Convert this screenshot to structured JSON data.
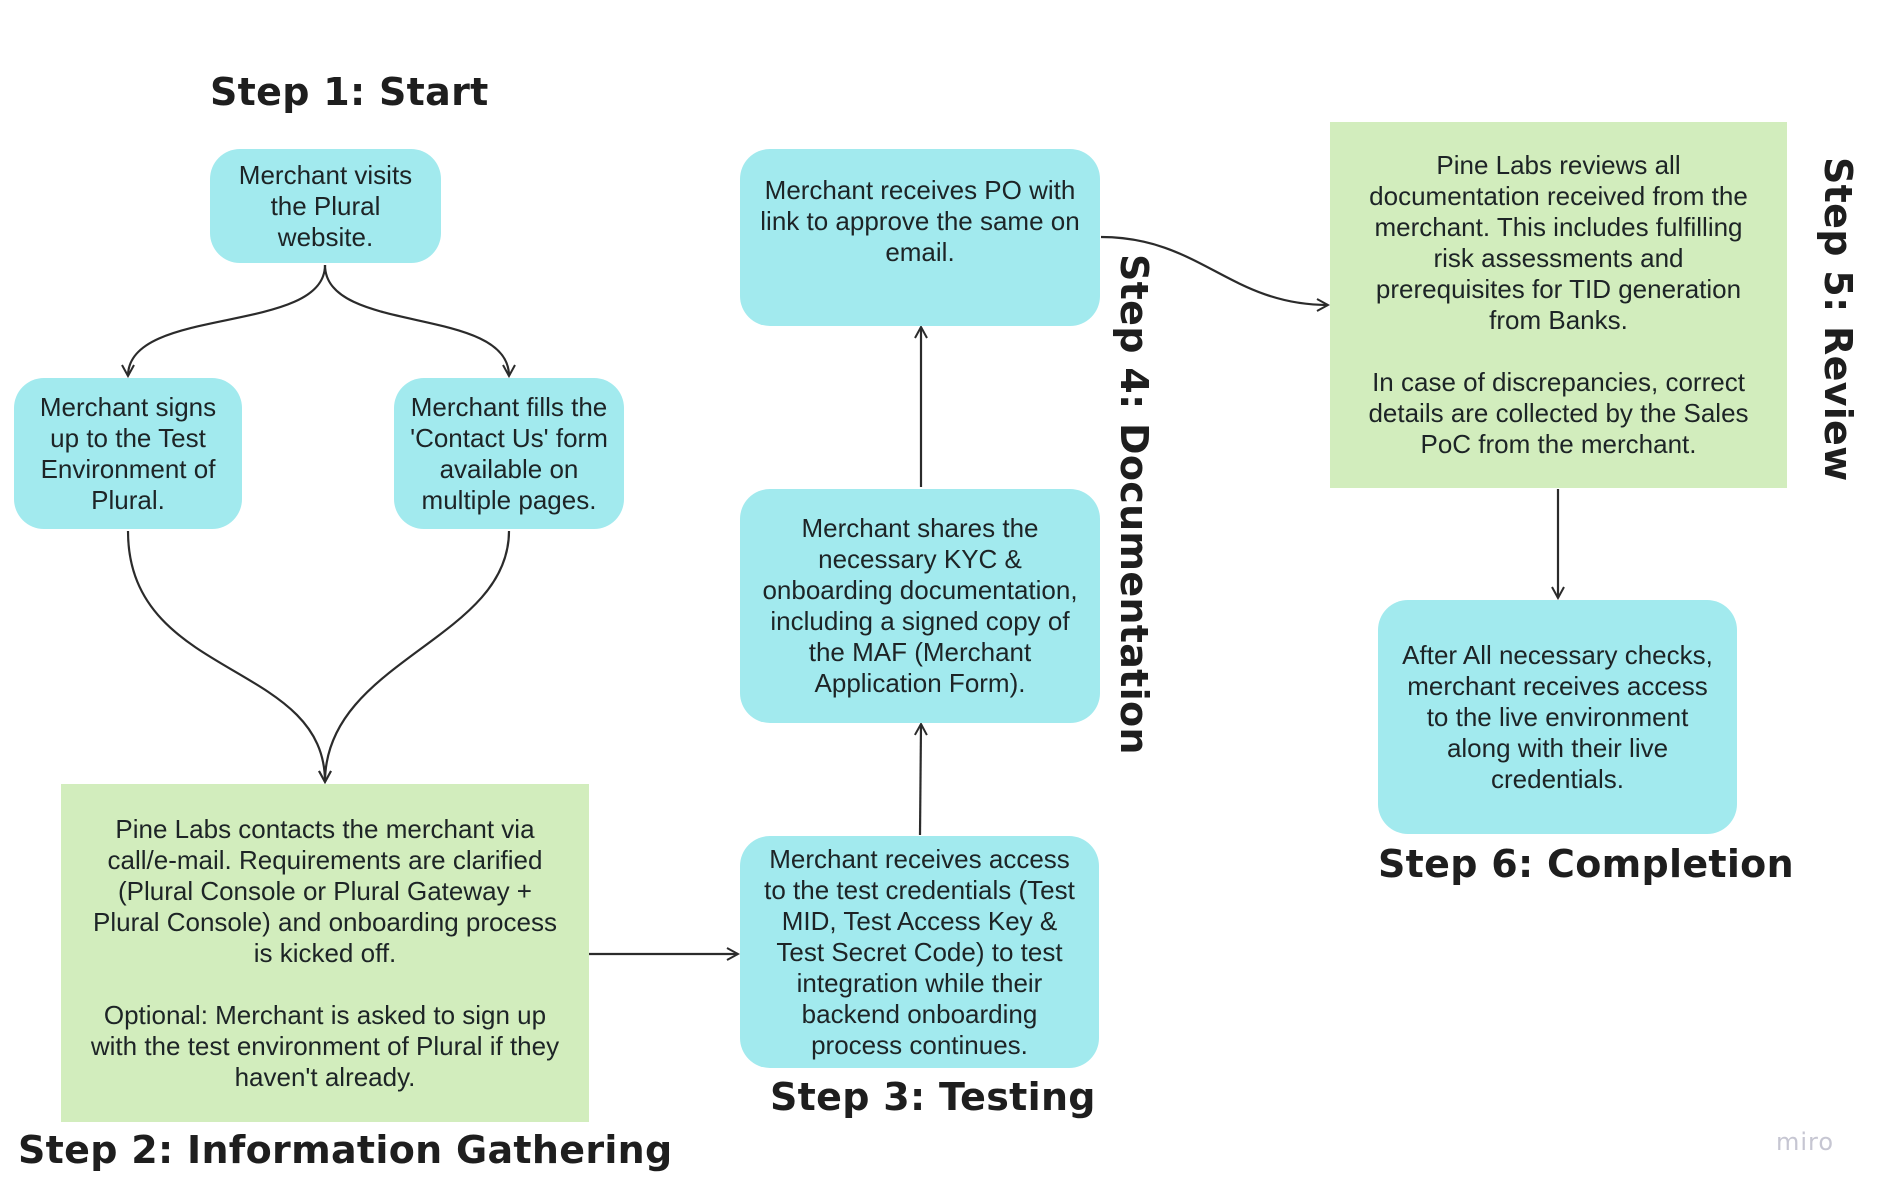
{
  "app": {
    "watermark": "miro"
  },
  "steps": {
    "step1": {
      "title": "Step 1: Start"
    },
    "step2": {
      "title": "Step 2: Information Gathering"
    },
    "step3": {
      "title": "Step 3: Testing"
    },
    "step4": {
      "title": "Step 4: Documentation"
    },
    "step5": {
      "title": "Step 5: Review"
    },
    "step6": {
      "title": "Step 6: Completion"
    }
  },
  "nodes": {
    "visit_website": {
      "text": "Merchant visits\nthe Plural\nwebsite.",
      "color": "#a2eaee"
    },
    "signup_test": {
      "text": "Merchant signs\nup to the Test\nEnvironment of\nPlural.",
      "color": "#a2eaee"
    },
    "contact_form": {
      "text": "Merchant fills the\n'Contact Us' form\navailable on\nmultiple pages.",
      "color": "#a2eaee"
    },
    "pine_labs_contacts": {
      "text": "Pine Labs contacts the merchant via\ncall/e-mail. Requirements are clarified\n(Plural Console or Plural Gateway +\nPlural Console) and onboarding process\nis kicked off.\n\nOptional: Merchant is asked to sign up\nwith the test environment of Plural if they\nhaven't already.",
      "color": "#d2edbd"
    },
    "test_credentials": {
      "text": "Merchant receives access\nto the test credentials (Test\nMID, Test Access Key &\nTest Secret Code) to test\nintegration while their\nbackend onboarding\nprocess continues.",
      "color": "#a2eaee"
    },
    "kyc_docs": {
      "text": "Merchant shares the\nnecessary KYC &\nonboarding documentation,\nincluding a signed copy of\nthe MAF (Merchant\nApplication Form).",
      "color": "#a2eaee"
    },
    "po_approval": {
      "text": "Merchant receives PO with\nlink to approve the same on\nemail.",
      "color": "#a2eaee"
    },
    "review": {
      "text": "Pine Labs reviews all\ndocumentation received from the\nmerchant. This includes fulfilling\nrisk assessments and\nprerequisites for TID generation\nfrom Banks.\n\nIn case of discrepancies, correct\ndetails are collected by the Sales\nPoC from the merchant.",
      "color": "#d2edbd"
    },
    "live_access": {
      "text": "After All necessary checks,\nmerchant receives access\nto the live environment\nalong with their live\ncredentials.",
      "color": "#a2eaee"
    }
  },
  "connectors": [
    {
      "from": "visit_website",
      "to": "signup_test"
    },
    {
      "from": "visit_website",
      "to": "contact_form"
    },
    {
      "from": "signup_test",
      "to": "pine_labs_contacts"
    },
    {
      "from": "contact_form",
      "to": "pine_labs_contacts"
    },
    {
      "from": "pine_labs_contacts",
      "to": "test_credentials"
    },
    {
      "from": "test_credentials",
      "to": "kyc_docs"
    },
    {
      "from": "kyc_docs",
      "to": "po_approval"
    },
    {
      "from": "po_approval",
      "to": "review"
    },
    {
      "from": "review",
      "to": "live_access"
    }
  ],
  "colors": {
    "stroke": "#2b2b2b",
    "cyan_node": "#a2eaee",
    "green_node": "#d2edbd",
    "watermark": "#c6c6d2"
  }
}
